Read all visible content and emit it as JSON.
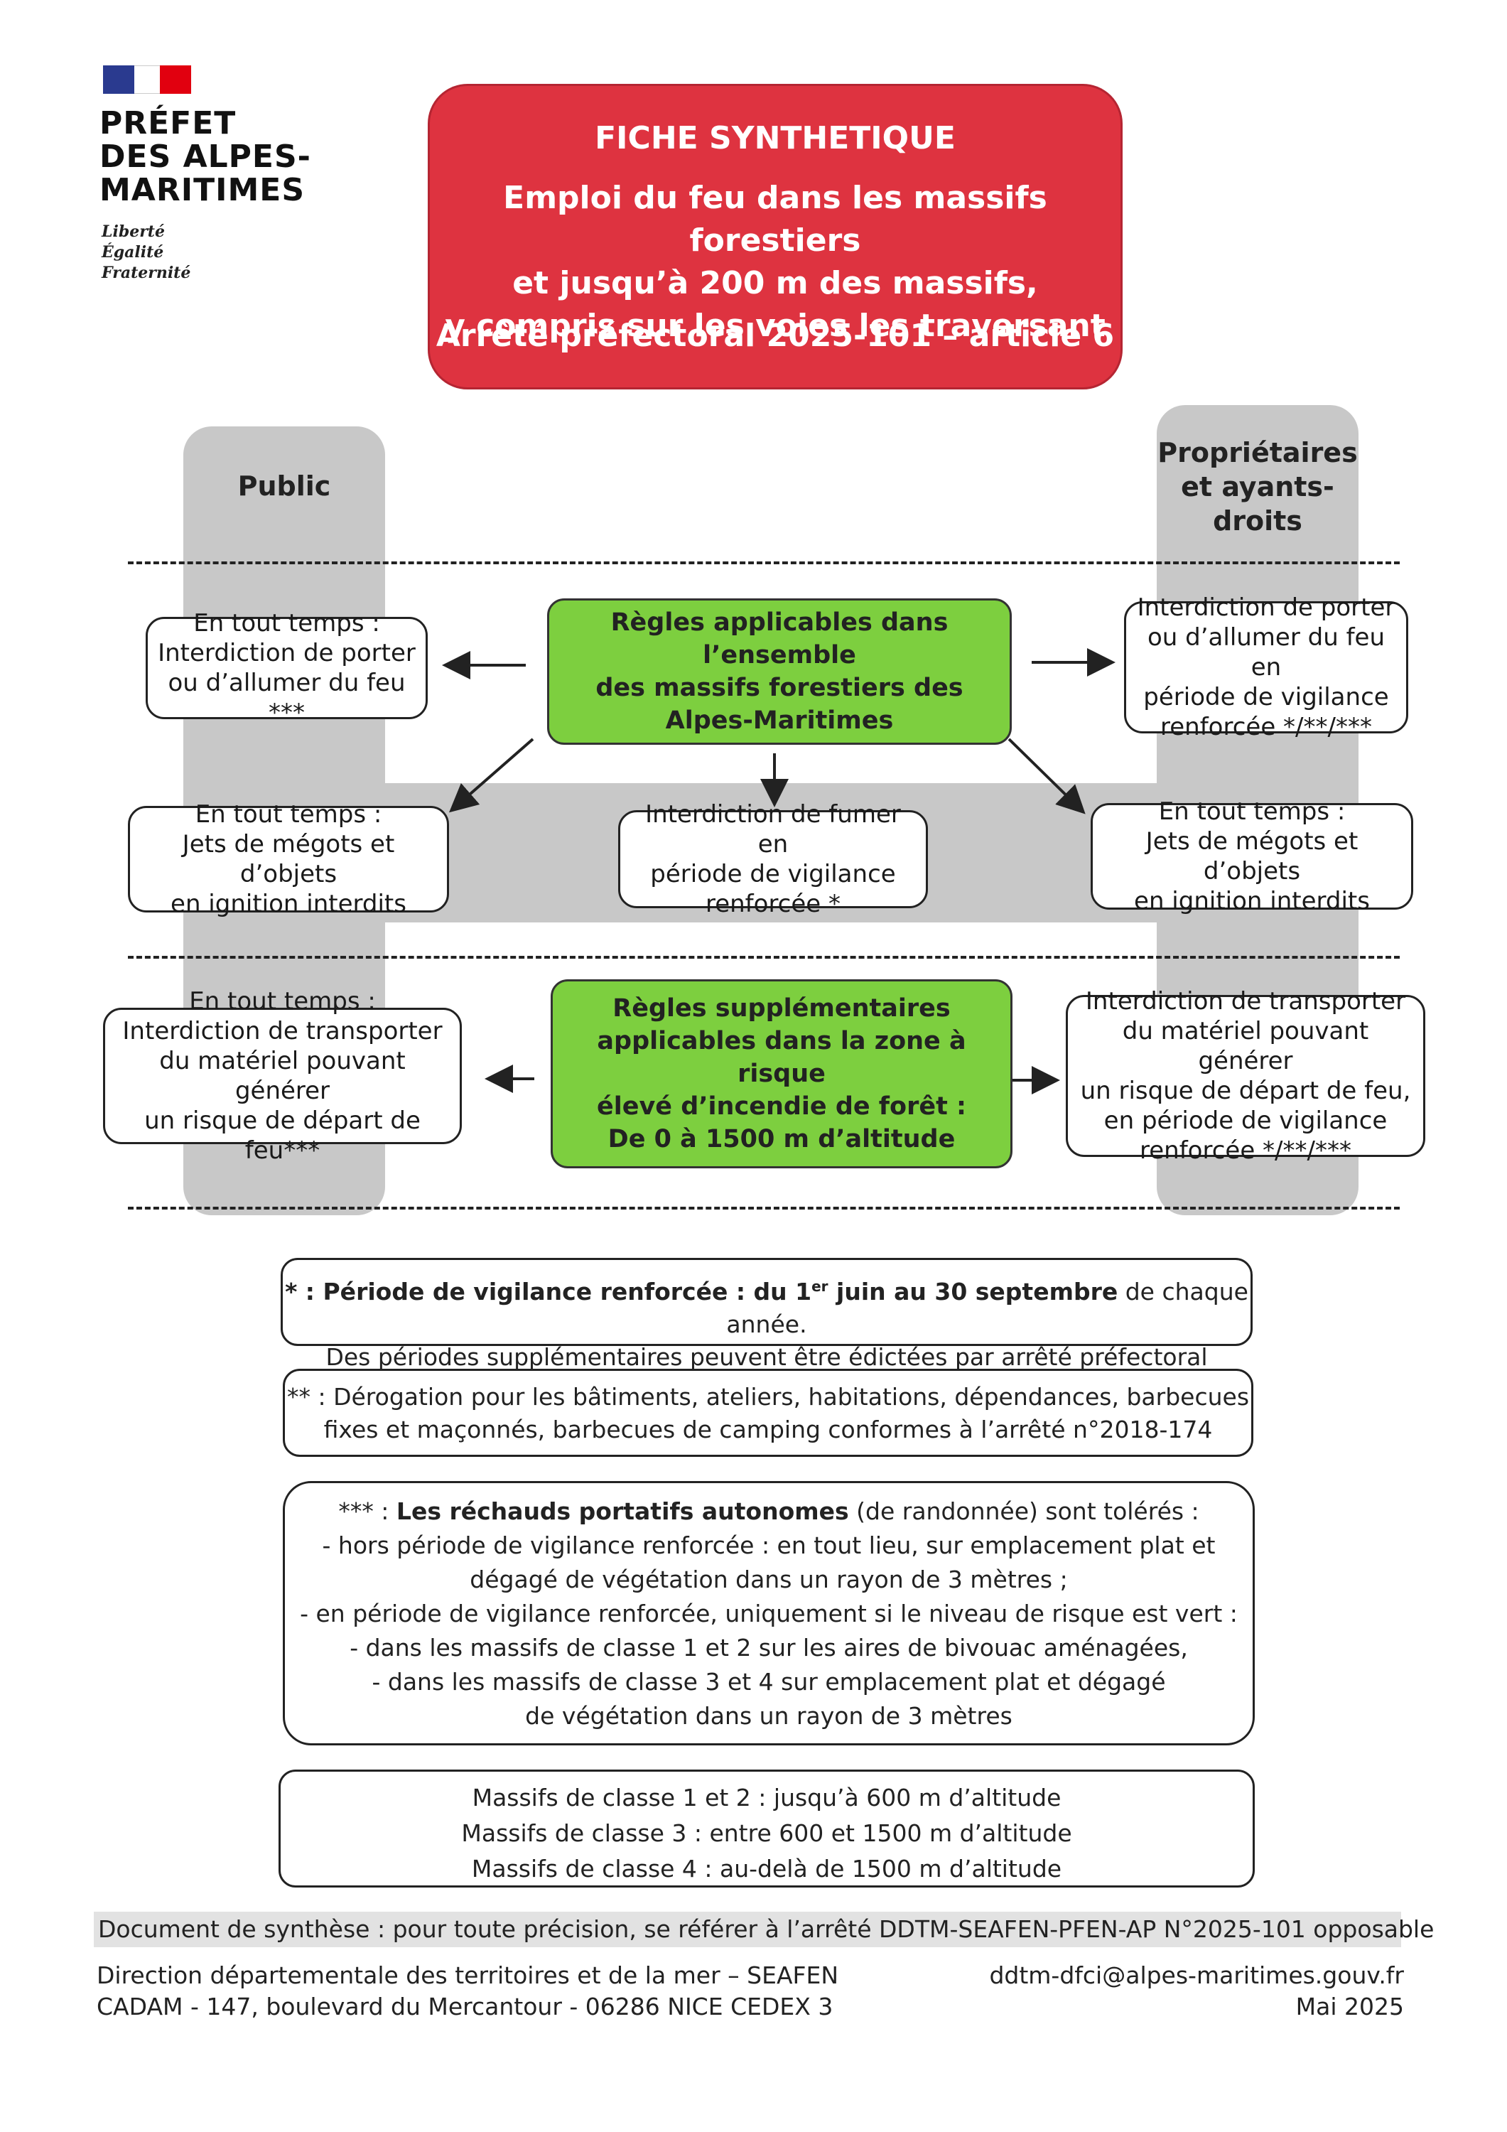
{
  "header": {
    "prefet_lines": [
      "PRÉFET",
      "DES ALPES-",
      "MARITIMES"
    ],
    "devise": [
      "Liberté",
      "Égalité",
      "Fraternité"
    ]
  },
  "title": {
    "line1": "FICHE SYNTHETIQUE",
    "line2": "Emploi du feu dans les massifs forestiers",
    "line3": "et jusqu’à 200 m des massifs,",
    "line4": "y compris sur les voies les traversant",
    "line5": "Arrêté préfectoral 2025-101 – article 6"
  },
  "columns": {
    "public": "Public",
    "owners": [
      "Propriétaires",
      "et ayants-",
      "droits"
    ]
  },
  "rules_all": {
    "center": [
      "Règles applicables dans",
      "l’ensemble",
      "des massifs forestiers des",
      "Alpes-Maritimes"
    ],
    "public_fire": [
      "En tout temps :",
      "Interdiction de porter",
      "ou d’allumer du feu ***"
    ],
    "owners_fire": [
      "Interdiction de porter",
      "ou d’allumer du feu en",
      "période de vigilance",
      "renforcée */**/***"
    ],
    "public_butts": [
      "En tout temps :",
      "Jets de mégots et d’objets",
      "en ignition interdits"
    ],
    "smoking": [
      "Interdiction de fumer en",
      "période de vigilance",
      "renforcée *"
    ],
    "owners_butts": [
      "En tout temps :",
      "Jets de mégots et d’objets",
      "en ignition interdits"
    ]
  },
  "rules_extra": {
    "center": [
      "Règles supplémentaires",
      "applicables dans la zone à risque",
      "élevé d’incendie de forêt :",
      "De 0 à 1500 m d’altitude"
    ],
    "public_transport": [
      "En tout temps :",
      "Interdiction de transporter",
      "du matériel pouvant générer",
      "un risque de départ de feu***"
    ],
    "owners_transport": [
      "Interdiction de transporter",
      "du matériel pouvant générer",
      "un risque de départ de feu,",
      "en période de vigilance",
      "renforcée */**/***"
    ]
  },
  "notes": {
    "n1_prefix": "* : ",
    "n1_bold": "Période de vigilance renforcée :  du 1",
    "n1_sup": "er",
    "n1_bold2": " juin au 30 septembre",
    "n1_rest": " de chaque année.",
    "n1_line2": "Des périodes supplémentaires peuvent être édictées par arrêté préfectoral",
    "n2_line1": "** : Dérogation pour les bâtiments, ateliers, habitations, dépendances, barbecues",
    "n2_line2": "fixes et maçonnés, barbecues de camping conformes à l’arrêté n°2018-174",
    "n3_prefix": "*** : ",
    "n3_bold": "Les réchauds portatifs autonomes",
    "n3_rest": " (de randonnée) sont tolérés :",
    "n3_lines": [
      "- hors période de vigilance renforcée : en tout lieu, sur emplacement plat et",
      "dégagé de végétation dans un rayon de 3 mètres ;",
      "- en période de vigilance renforcée, uniquement si le niveau de risque est vert :",
      "- dans les massifs de classe 1 et 2 sur les aires de bivouac aménagées,",
      "- dans les massifs de classe 3 et 4 sur emplacement plat et dégagé",
      "de végétation dans un rayon de 3 mètres"
    ],
    "classes": [
      "Massifs de classe 1 et 2 : jusqu’à 600 m d’altitude",
      "Massifs de classe 3 : entre 600 et 1500 m d’altitude",
      "Massifs de classe 4 : au-delà de 1500 m d’altitude"
    ]
  },
  "footer": {
    "synthese": "Document de synthèse : pour toute précision, se référer à l’arrêté DDTM-SEAFEN-PFEN-AP N°2025-101 opposable",
    "address1": "Direction départementale des territoires et de la mer – SEAFEN",
    "address2": "CADAM - 147, boulevard du Mercantour - 06286 NICE CEDEX 3",
    "email": "ddtm-dfci@alpes-maritimes.gouv.fr",
    "date": "Mai 2025"
  }
}
